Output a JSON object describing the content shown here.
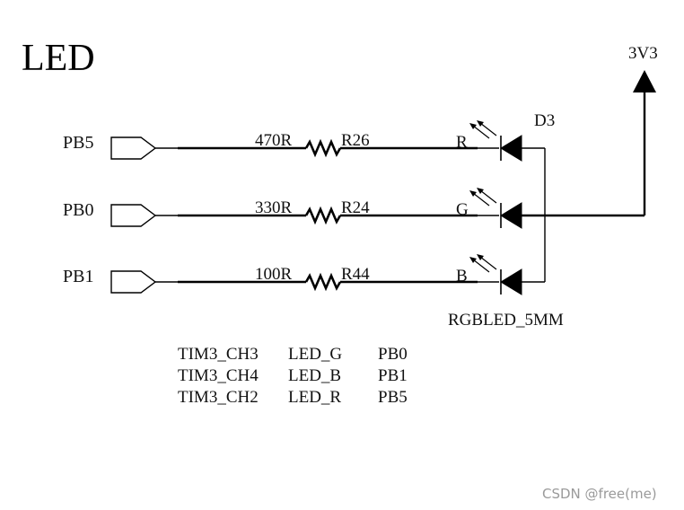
{
  "title": "LED",
  "power_label": "3V3",
  "diode_ref": "D3",
  "diode_part": "RGBLED_5MM",
  "channels": [
    {
      "net": "PB5",
      "value": "470R",
      "ref": "R26",
      "color": "R"
    },
    {
      "net": "PB0",
      "value": "330R",
      "ref": "R24",
      "color": "G"
    },
    {
      "net": "PB1",
      "value": "100R",
      "ref": "R44",
      "color": "B"
    }
  ],
  "mapping": [
    {
      "timer": "TIM3_CH3",
      "led": "LED_G",
      "pin": "PB0"
    },
    {
      "timer": "TIM3_CH4",
      "led": "LED_B",
      "pin": "PB1"
    },
    {
      "timer": "TIM3_CH2",
      "led": "LED_R",
      "pin": "PB5"
    }
  ],
  "watermark": "CSDN @free(me)"
}
